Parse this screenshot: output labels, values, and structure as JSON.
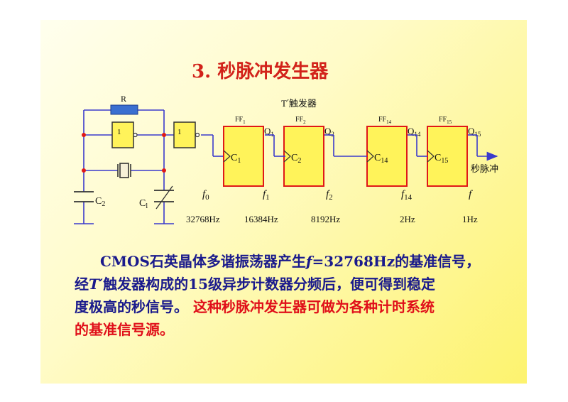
{
  "title": "3. 秒脉冲发生器",
  "labels": {
    "resistor": "R",
    "not_gate": "1",
    "trigger_title_prefix": "T",
    "trigger_title_suffix": "′触发器",
    "output": "秒脉冲",
    "c2": "C",
    "c2_sub": "2",
    "c1": "C",
    "c1_sub": "l"
  },
  "flipflops": [
    {
      "ff": "FF",
      "ff_sub": "1",
      "q": "Q",
      "q_sub": "1",
      "c": "C",
      "c_sub": "1"
    },
    {
      "ff": "FF",
      "ff_sub": "2",
      "q": "Q",
      "q_sub": "2",
      "c": "C",
      "c_sub": "2"
    },
    {
      "ff": "FF",
      "ff_sub": "14",
      "q": "Q",
      "q_sub": "14",
      "c": "C",
      "c_sub": "14"
    },
    {
      "ff": "FF",
      "ff_sub": "15",
      "q": "Q",
      "q_sub": "15",
      "c": "C",
      "c_sub": "15"
    }
  ],
  "frequencies": [
    {
      "sym": "f",
      "sub": "0",
      "value": "32768Hz"
    },
    {
      "sym": "f",
      "sub": "1",
      "value": "16384Hz"
    },
    {
      "sym": "f",
      "sub": "2",
      "value": "8192Hz"
    },
    {
      "sym": "f",
      "sub": "14",
      "value": "2Hz"
    },
    {
      "sym": "f",
      "sub": "",
      "value": "1Hz"
    }
  ],
  "paragraph": {
    "l1_a": "CMOS石英晶体多谐振荡器产生",
    "l1_f": "f",
    "l1_b": "=32768Hz的基准信号，",
    "l2_a": "经",
    "l2_t": "T",
    "l2_b": "′触发器构成的15级异步计数器分频后，便可得到稳定",
    "l3_a": "度极高的秒信号。",
    "l3_b": "这种秒脉冲发生器可做为各种计时系统",
    "l4": "的基准信号源。"
  },
  "colors": {
    "accent_red": "#e0101a",
    "text_blue": "#1a1a8c",
    "gate_yellow": "#fff35a",
    "resistor_blue": "#3a6fd0",
    "wire": "#3a3acc",
    "ff_red": "#e01818"
  }
}
